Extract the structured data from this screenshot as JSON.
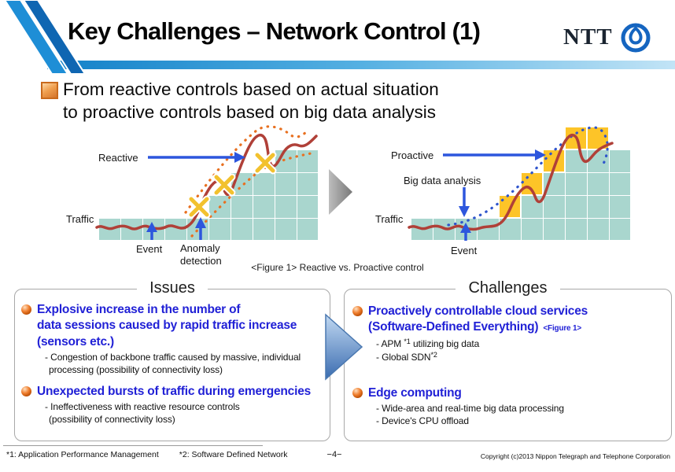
{
  "header": {
    "title": "Key Challenges – Network Control (1)",
    "logo_text": "NTT",
    "colors": {
      "bar_start": "#1180c8",
      "bar_end": "#c2e4f6",
      "stripe_light": "#1e8ed6",
      "stripe_dark": "#0f66b2",
      "logo_blue": "#1565c0"
    }
  },
  "lead": {
    "line1": "From reactive controls based on actual situation",
    "line2": "to proactive controls based on big data analysis"
  },
  "figure": {
    "caption": "<Figure 1> Reactive vs. Proactive control",
    "left": {
      "mode_label": "Reactive",
      "traffic_label": "Traffic",
      "event_label": "Event",
      "anomaly_line1": "Anomaly",
      "anomaly_line2": "detection"
    },
    "right": {
      "mode_label": "Proactive",
      "analysis_label": "Big data analysis",
      "traffic_label": "Traffic",
      "event_label": "Event"
    },
    "colors": {
      "grid_fill": "#a9d6ce",
      "curve": "#b04038",
      "reactive_dots": "#e87020",
      "proactive_dots": "#2f55cc",
      "extra_capacity": "#fdc428",
      "arrow_blue": "#2d56dd",
      "x_mark": "#f2c12e"
    }
  },
  "issues": {
    "heading": "Issues",
    "bullets": [
      {
        "line1": "Explosive increase in the number of",
        "line2": "data sessions caused by rapid traffic increase",
        "line3": "(sensors etc.)",
        "sub1": "- Congestion of backbone traffic caused by massive, individual",
        "sub2": "processing   (possibility of connectivity loss)"
      },
      {
        "line1": "Unexpected bursts of traffic during emergencies",
        "sub1": "- Ineffectiveness with reactive resource controls",
        "sub2": "(possibility of connectivity loss)"
      }
    ]
  },
  "challenges": {
    "heading": "Challenges",
    "bullets": [
      {
        "line1": "Proactively controllable cloud services",
        "line2": "(Software-Defined Everything)",
        "fig_tag": "<Figure 1>",
        "sub1": {
          "pre": "- APM ",
          "sup": "*1",
          "post": " utilizing big data"
        },
        "sub2": {
          "pre": "- Global SDN",
          "sup": "*2",
          "post": ""
        }
      },
      {
        "line1": "Edge computing",
        "sub1": "- Wide-area and real-time big data processing",
        "sub2": "- Device's CPU offload"
      }
    ]
  },
  "footer": {
    "footnote1": "*1: Application Performance Management",
    "footnote2": "*2: Software Defined Network",
    "page": "−4−",
    "copyright": "Copyright (c)2013 Nippon Telegraph and Telephone Corporation"
  }
}
